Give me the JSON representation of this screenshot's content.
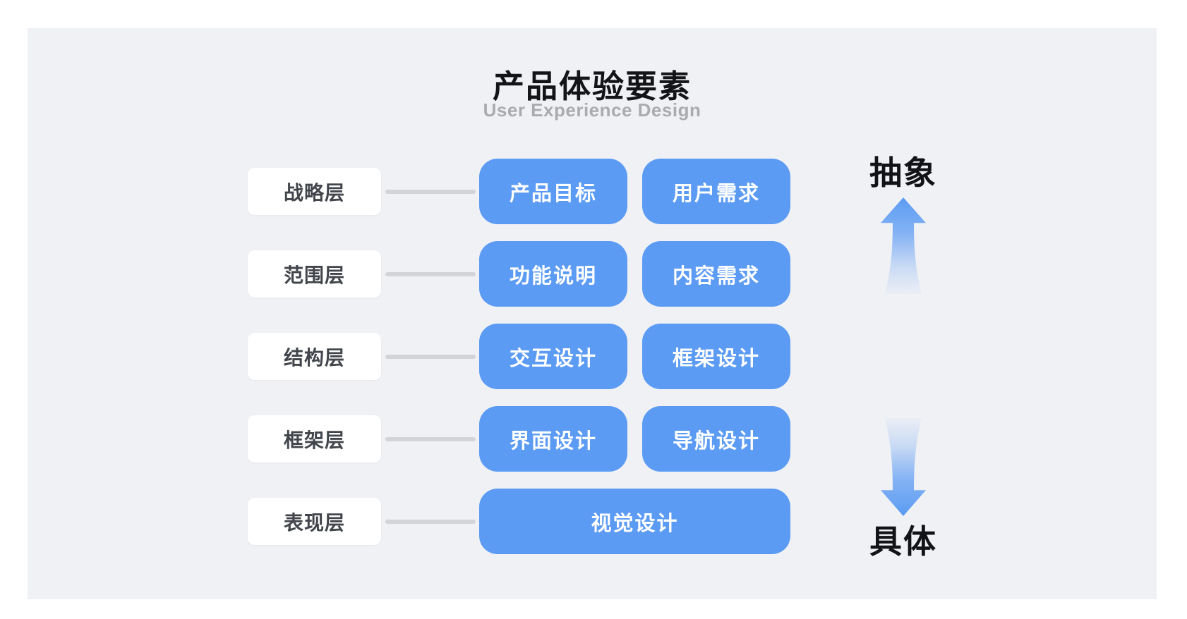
{
  "title": "产品体验要素",
  "subtitle": "User Experience Design",
  "colors": {
    "page_bg": "#ffffff",
    "panel_bg": "#f0f1f5",
    "box_blue": "#5b9bf3",
    "box_text": "#ffffff",
    "label_text": "#42454b",
    "connector": "#d2d4d8",
    "title_text": "#131418",
    "subtitle_text": "#a9abaf",
    "axis_text": "#121316"
  },
  "layers": [
    {
      "label": "战略层",
      "items": [
        "产品目标",
        "用户需求"
      ]
    },
    {
      "label": "范围层",
      "items": [
        "功能说明",
        "内容需求"
      ]
    },
    {
      "label": "结构层",
      "items": [
        "交互设计",
        "框架设计"
      ]
    },
    {
      "label": "框架层",
      "items": [
        "界面设计",
        "导航设计"
      ]
    },
    {
      "label": "表现层",
      "items": [
        "视觉设计"
      ]
    }
  ],
  "axis": {
    "top_label": "抽象",
    "bottom_label": "具体",
    "up_icon": "up-arrow-gradient",
    "down_icon": "down-arrow-gradient"
  }
}
